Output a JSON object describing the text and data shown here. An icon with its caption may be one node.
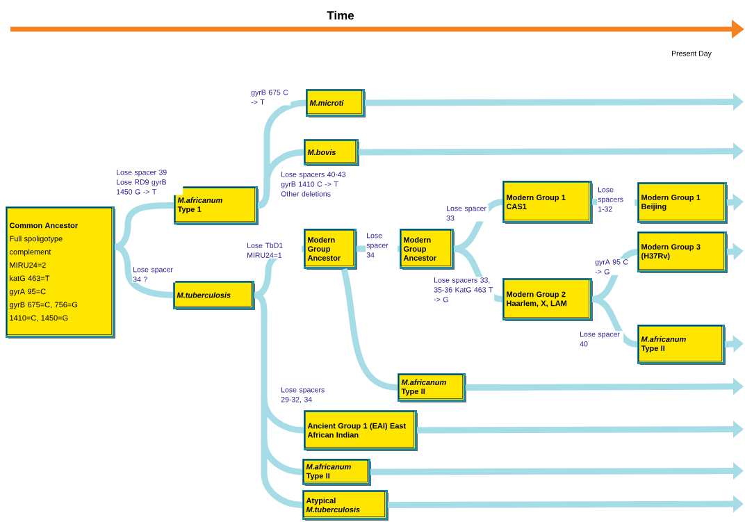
{
  "diagram": {
    "nodes": [
      {
        "text": [
          "Common Ancestor",
          "Full spoligotype complement",
          "MIRU24=2",
          "katG 463=T",
          "gyrA 95=C",
          "gyrB 675=C, 756=G 1410=C, 1450=G"
        ]
      },
      {
        "text": [
          "*M.africanum* Type 1"
        ]
      },
      {
        "text": [
          "M.tuberculosis"
        ]
      },
      {
        "text": [
          "M.microti"
        ]
      },
      {
        "text": [
          "M.bovis"
        ]
      },
      {
        "text": [
          "Modern Group Ancestor"
        ]
      },
      {
        "text": [
          "Modern Group Ancestor"
        ]
      },
      {
        "text": [
          "Modern Group 1 CAS1"
        ]
      },
      {
        "text": [
          "Modern Group 1 Beijing"
        ]
      },
      {
        "text": [
          "Modern Group 3 (H37Rv)"
        ]
      },
      {
        "text": [
          "Modern Group 2 Haarlem, X, LAM"
        ]
      },
      {
        "text": [
          "*M.africanum* Type II"
        ]
      },
      {
        "text": [
          "*M.africanum* Type II"
        ]
      },
      {
        "text": [
          "Ancient Group 1 (EAI) East African Indian"
        ]
      },
      {
        "text": [
          "*M.africanum* Type II"
        ]
      },
      {
        "text": [
          "Atypical *M.tuberculosis*"
        ]
      }
    ],
    "edges": [
      {
        "from": 0,
        "to": 1,
        "arrow": "none",
        "label": "Lose spacer 39 Lose RD9 gyrB 1450 G -> T"
      },
      {
        "from": 0,
        "to": 2,
        "arrow": "none",
        "label": "Lose spacer 34 ?"
      },
      {
        "from": 1,
        "to": 3,
        "arrow": "none",
        "label": "gyrB 675 C -> T"
      },
      {
        "from": 1,
        "to": 4,
        "arrow": "none",
        "label": "Lose spacers 40-43 gyrB 1410 C -> T Other deletions"
      },
      {
        "from": 2,
        "to": 5,
        "arrow": "none",
        "label": "Lose TbD1 MIRU24=1"
      },
      {
        "from": 5,
        "to": 6,
        "arrow": "none",
        "label": "Lose spacer 34"
      },
      {
        "from": 6,
        "to": 7,
        "arrow": "none",
        "label": "Lose spacer 33"
      },
      {
        "from": 6,
        "to": 10,
        "arrow": "none",
        "label": "Lose spacers 33, 35-36 KatG 463 T -> G"
      },
      {
        "from": 7,
        "to": 8,
        "arrow": "none",
        "label": "Lose spacers 1-32"
      },
      {
        "from": 10,
        "to": 9,
        "arrow": "none",
        "label": "gyrA 95 C -> G"
      },
      {
        "from": 10,
        "to": 11,
        "arrow": "none",
        "label": "Lose spacer 40"
      },
      {
        "from": 5,
        "to": 12,
        "arrow": "none"
      },
      {
        "from": 2,
        "to": 13,
        "arrow": "none",
        "label": "Lose spacers 29-32, 34"
      },
      {
        "from": 2,
        "to": 14,
        "arrow": "none"
      },
      {
        "from": 2,
        "to": 15,
        "arrow": "none"
      },
      {
        "from": 3,
        "to": null,
        "arrow": "to"
      },
      {
        "from": 4,
        "to": null,
        "arrow": "to"
      },
      {
        "from": 8,
        "to": null,
        "arrow": "to"
      },
      {
        "from": 9,
        "to": null,
        "arrow": "to"
      },
      {
        "from": 11,
        "to": null,
        "arrow": "to"
      },
      {
        "from": 12,
        "to": null,
        "arrow": "to"
      },
      {
        "from": 13,
        "to": null,
        "arrow": "to"
      },
      {
        "from": 14,
        "to": null,
        "arrow": "to"
      },
      {
        "from": 15,
        "to": null,
        "arrow": "to"
      }
    ],
    "labels": [
      "Time",
      "Present Day"
    ]
  }
}
